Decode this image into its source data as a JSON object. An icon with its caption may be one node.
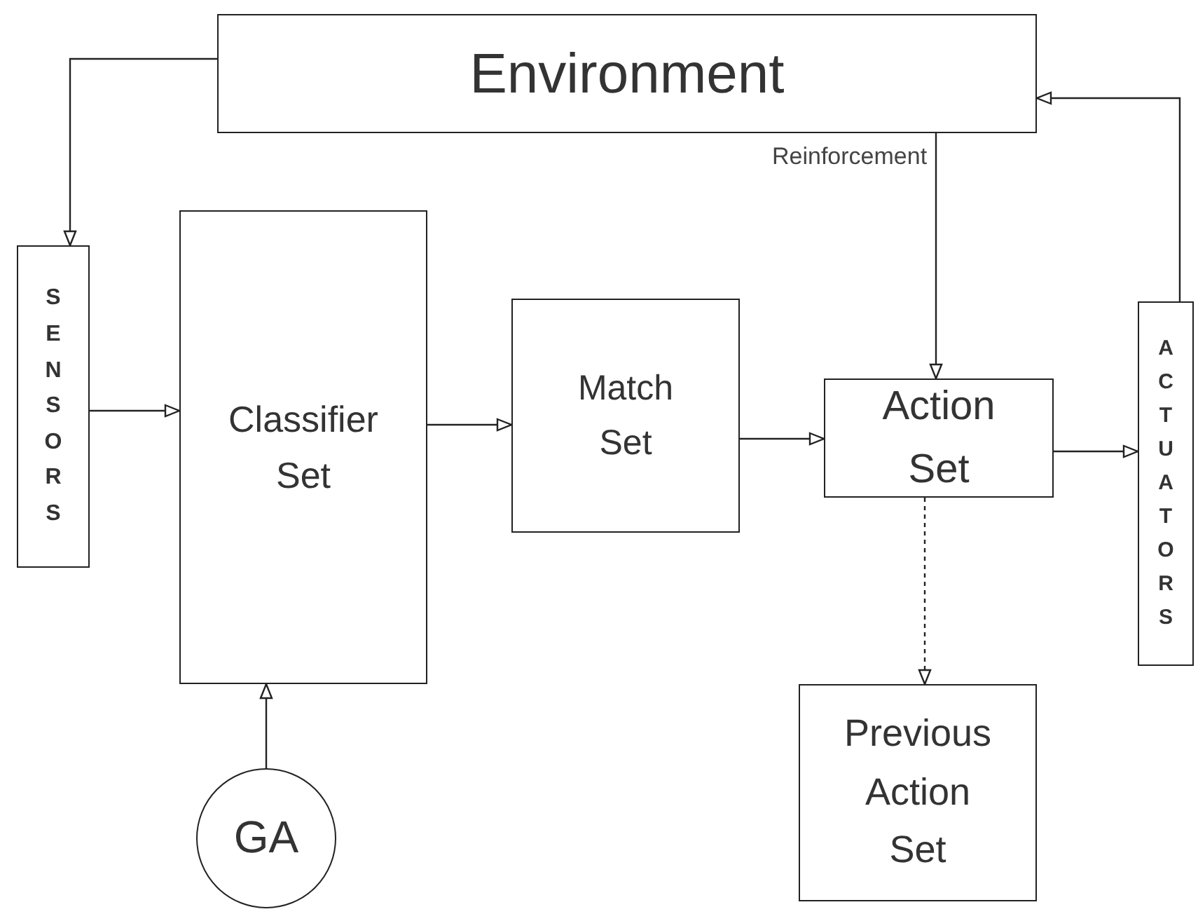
{
  "diagram": {
    "nodes": [
      {
        "text": [
          "Environment"
        ]
      },
      {
        "text": [
          "SENSORS"
        ]
      },
      {
        "text": [
          "Classifier Set"
        ]
      },
      {
        "text": [
          "Match Set"
        ]
      },
      {
        "text": [
          "Action Set"
        ]
      },
      {
        "text": [
          "ACTUATORS"
        ]
      },
      {
        "text": [
          "GA"
        ]
      },
      {
        "text": [
          "Previous Action Set"
        ]
      }
    ],
    "edges": [
      {
        "from": 0,
        "to": 1,
        "arrow": "to"
      },
      {
        "from": 1,
        "to": 2,
        "arrow": "to"
      },
      {
        "from": 2,
        "to": 3,
        "arrow": "to"
      },
      {
        "from": 3,
        "to": 4,
        "arrow": "to"
      },
      {
        "from": 0,
        "to": 4,
        "arrow": "to",
        "label": "Reinforcement"
      },
      {
        "from": 4,
        "to": 5,
        "arrow": "to"
      },
      {
        "from": 5,
        "to": 0,
        "arrow": "to"
      },
      {
        "from": 6,
        "to": 2,
        "arrow": "to"
      },
      {
        "from": 4,
        "to": 7,
        "arrow": "to",
        "style": "dashed"
      }
    ]
  }
}
